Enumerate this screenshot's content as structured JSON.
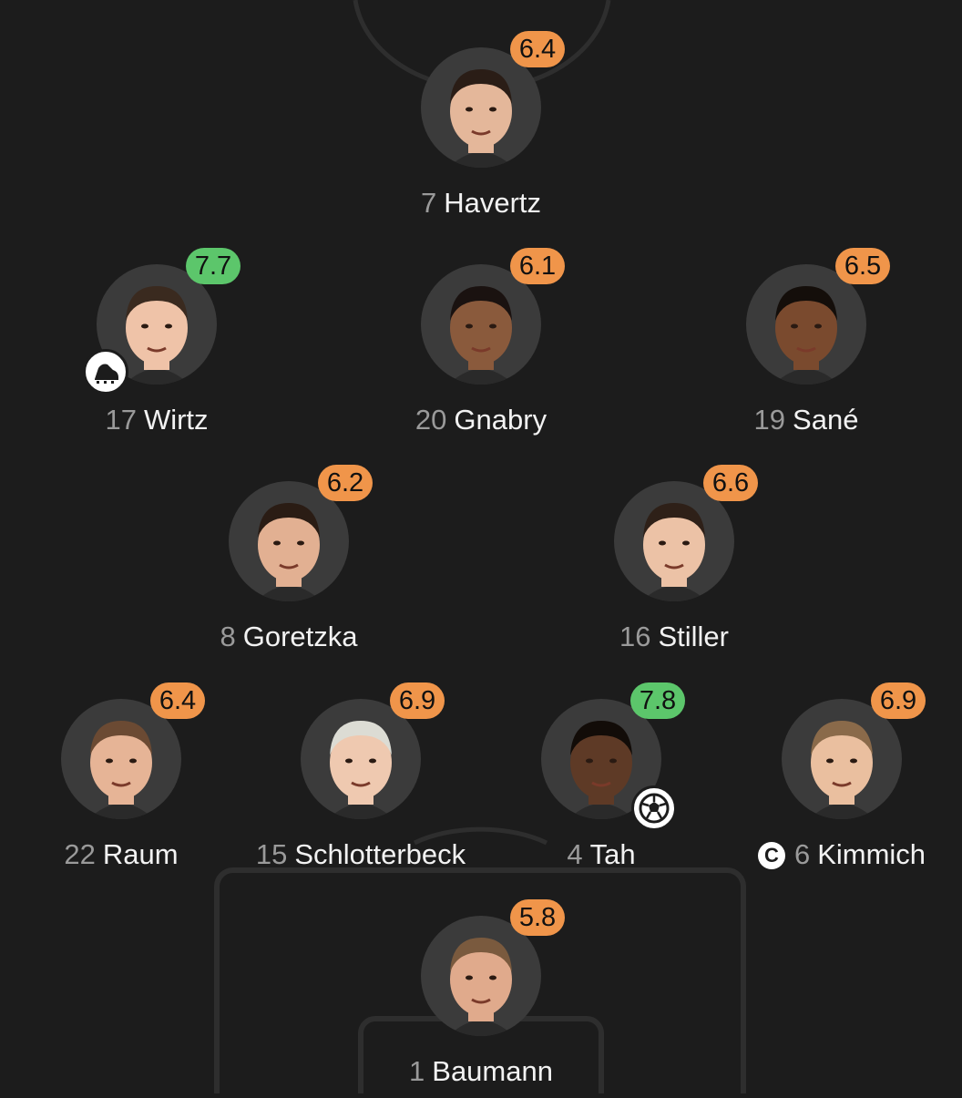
{
  "colors": {
    "background": "#1c1c1c",
    "pitch_line": "#2e2e2e",
    "avatar_bg": "#3b3b3b",
    "rating_orange": "#f0954a",
    "rating_green": "#5cc66b",
    "number_gray": "#9a9a9a",
    "name_white": "#f2f2f2"
  },
  "players": {
    "havertz": {
      "number": "7",
      "name": "Havertz",
      "rating": "6.4",
      "rating_color": "orange",
      "skin": "#e4b79a",
      "hair": "#2a1d16"
    },
    "wirtz": {
      "number": "17",
      "name": "Wirtz",
      "rating": "7.7",
      "rating_color": "green",
      "skin": "#efc3a8",
      "hair": "#3a2a1f",
      "event_icon": "boot-icon"
    },
    "gnabry": {
      "number": "20",
      "name": "Gnabry",
      "rating": "6.1",
      "rating_color": "orange",
      "skin": "#8a5a3c",
      "hair": "#1a1210"
    },
    "sane": {
      "number": "19",
      "name": "Sané",
      "rating": "6.5",
      "rating_color": "orange",
      "skin": "#7a4a2e",
      "hair": "#140e0a"
    },
    "goretzka": {
      "number": "8",
      "name": "Goretzka",
      "rating": "6.2",
      "rating_color": "orange",
      "skin": "#e2b092",
      "hair": "#2a1c14"
    },
    "stiller": {
      "number": "16",
      "name": "Stiller",
      "rating": "6.6",
      "rating_color": "orange",
      "skin": "#ecc2a6",
      "hair": "#2e2018"
    },
    "raum": {
      "number": "22",
      "name": "Raum",
      "rating": "6.4",
      "rating_color": "orange",
      "skin": "#e6b496",
      "hair": "#6b4a33"
    },
    "schlotterbeck": {
      "number": "15",
      "name": "Schlotterbeck",
      "rating": "6.9",
      "rating_color": "orange",
      "skin": "#efc9b0",
      "hair": "#dcdcd4"
    },
    "tah": {
      "number": "4",
      "name": "Tah",
      "rating": "7.8",
      "rating_color": "green",
      "skin": "#5e3a26",
      "hair": "#120c08",
      "event_icon": "goal-ball-icon"
    },
    "kimmich": {
      "number": "6",
      "name": "Kimmich",
      "rating": "6.9",
      "rating_color": "orange",
      "skin": "#eabf9f",
      "hair": "#8a6a4a",
      "captain": "C"
    },
    "baumann": {
      "number": "1",
      "name": "Baumann",
      "rating": "5.8",
      "rating_color": "orange",
      "skin": "#e0aa8c",
      "hair": "#7a5a3e"
    }
  }
}
